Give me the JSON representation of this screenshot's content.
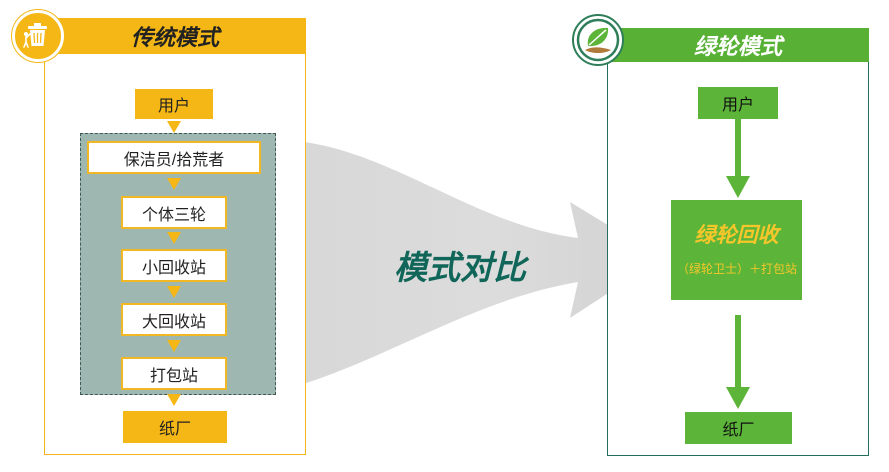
{
  "traditional": {
    "title": "传统模式",
    "nodes": {
      "user": "用户",
      "collector": "保洁员/拾荒者",
      "tricycle": "个体三轮",
      "small_station": "小回收站",
      "large_station": "大回收站",
      "packing_station": "打包站",
      "paper_mill": "纸厂"
    }
  },
  "comparison": {
    "label": "模式对比"
  },
  "green_wheel": {
    "title": "绿轮模式",
    "nodes": {
      "user": "用户",
      "recycle_title": "绿轮回收",
      "recycle_sub": "（绿轮卫士）＋打包站",
      "paper_mill": "纸厂"
    }
  },
  "colors": {
    "traditional_accent": "#f5b715",
    "green_accent": "#5cb539",
    "teal_text": "#11665a",
    "gray_panel": "#9eb8b1"
  },
  "icons": {
    "traditional": "trash-bin-icon",
    "green": "leaf-icon"
  }
}
